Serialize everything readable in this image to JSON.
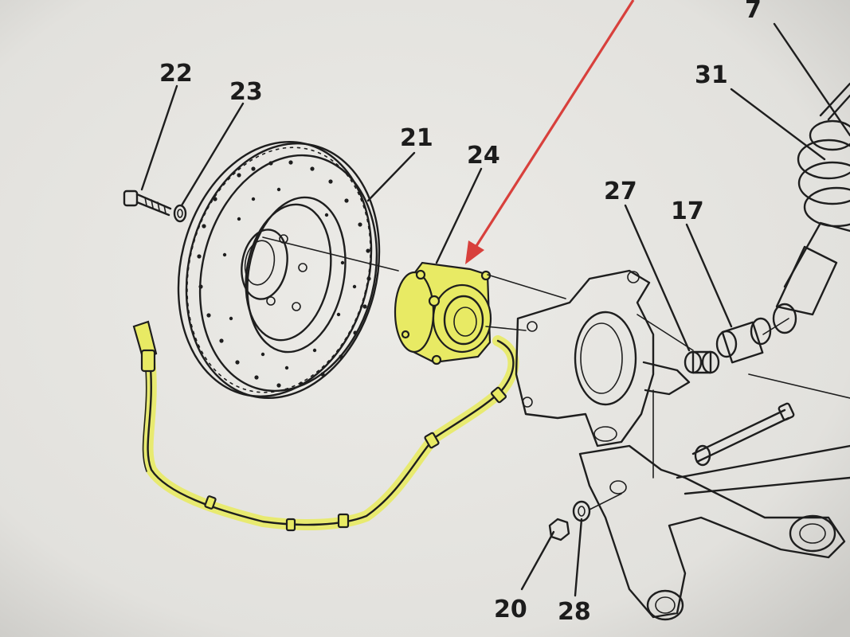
{
  "diagram": {
    "callouts": [
      {
        "id": "c22",
        "text": "22"
      },
      {
        "id": "c23",
        "text": "23"
      },
      {
        "id": "c21",
        "text": "21"
      },
      {
        "id": "c24",
        "text": "24"
      },
      {
        "id": "c27",
        "text": "27"
      },
      {
        "id": "c17",
        "text": "17"
      },
      {
        "id": "c31",
        "text": "31"
      },
      {
        "id": "c7",
        "text": "7"
      },
      {
        "id": "c20",
        "text": "20"
      },
      {
        "id": "c28",
        "text": "28"
      }
    ],
    "colors": {
      "paper": "#e9e8e4",
      "ink": "#1e1e1e",
      "highlight": "#e8ea64",
      "arrow": "#d8403c"
    }
  }
}
